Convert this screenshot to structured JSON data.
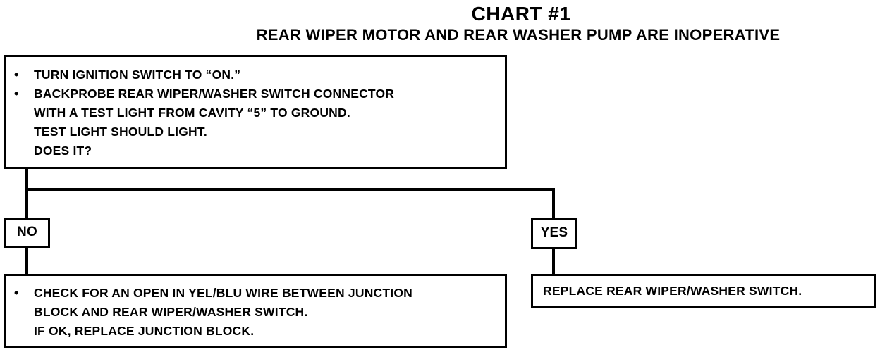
{
  "title": "CHART #1",
  "subtitle": "REAR WIPER MOTOR AND REAR WASHER PUMP ARE INOPERATIVE",
  "start_box": {
    "steps": [
      "TURN IGNITION SWITCH TO “ON.”",
      "BACKPROBE REAR WIPER/WASHER SWITCH CONNECTOR"
    ],
    "continuation": [
      "WITH A TEST LIGHT FROM CAVITY “5” TO GROUND.",
      "TEST LIGHT SHOULD LIGHT.",
      "DOES IT?"
    ]
  },
  "branches": {
    "no": {
      "label": "NO",
      "steps": [
        "CHECK FOR AN OPEN IN YEL/BLU WIRE BETWEEN JUNCTION"
      ],
      "continuation": [
        "BLOCK AND REAR WIPER/WASHER SWITCH.",
        "IF OK, REPLACE JUNCTION BLOCK."
      ]
    },
    "yes": {
      "label": "YES",
      "action": "REPLACE REAR WIPER/WASHER SWITCH."
    }
  }
}
